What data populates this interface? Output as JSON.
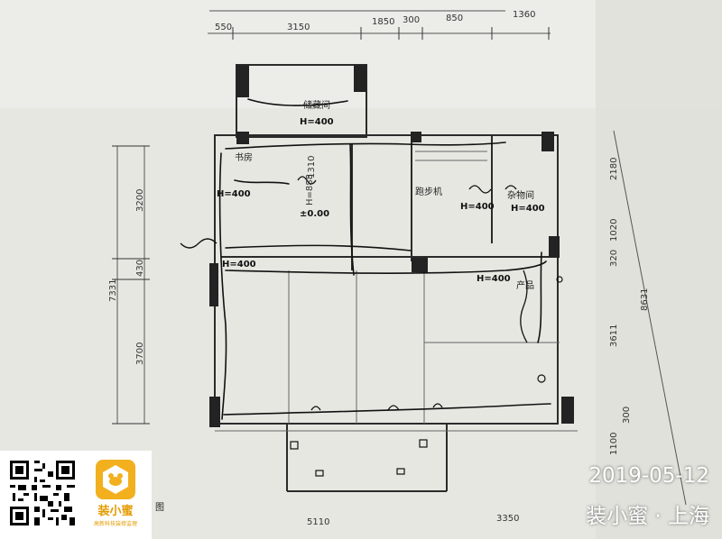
{
  "plan": {
    "dims_top": [
      "550",
      "3150",
      "1850",
      "300",
      "850",
      "1360"
    ],
    "dims_left": [
      "3200",
      "430",
      "3700"
    ],
    "dim_left_total": "7331",
    "dims_right": [
      "2180",
      "1020",
      "320"
    ],
    "dims_right_lower": [
      "3611",
      "8631"
    ],
    "dims_bottom": [
      "5110",
      "3350"
    ],
    "dims_right_bottom": [
      "1100",
      "300"
    ],
    "rooms": {
      "storage": "储藏间",
      "treadmill": "跑步机",
      "utility": "杂物间",
      "study": "书房",
      "products": "产品",
      "figure": "图"
    },
    "notes": {
      "h400": "H=400",
      "h1310": "1310",
      "h888": "H=888",
      "elev": "±0.00"
    }
  },
  "badge": {
    "name": "装小蜜",
    "tagline": "高新科技装修监理"
  },
  "stamp": {
    "date": "2019-05-12",
    "place": "装小蜜 · 上海"
  },
  "colors": {
    "paper": "#e9e9e4",
    "ink": "#111111",
    "wall": "#2b2b2b",
    "brand": "#f2b01e"
  }
}
